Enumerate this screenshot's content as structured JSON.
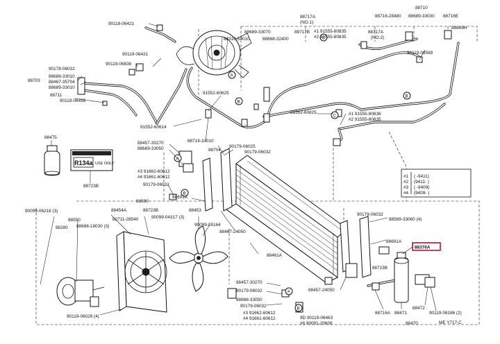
{
  "labels": {
    "l01": "88710",
    "l02": "88716-28480",
    "l03": "88689-33030",
    "l04": "88716E",
    "l05": "88649H",
    "l06": "90119-06421",
    "l07": "88717A",
    "l08": "(NO.1)",
    "l09": "88689-33070",
    "l10": "88717B",
    "l11": "#1 91555-80835",
    "l12": "88717A",
    "l13": "88310-54010",
    "l14": "88688-32400",
    "l15": "#2 91555-80835",
    "l16": "(NO.2)",
    "l17": "90119-06421",
    "l18": "90119-08589",
    "l19": "90119-06838",
    "l20": "90178-06032",
    "l21": "88688-33010",
    "l22": "88703",
    "l23": "88467-35704",
    "l24": "88689-33010",
    "l25": "88711",
    "l26": "90119-06458",
    "l27": "91552-60625",
    "l28": "91552-60825",
    "l29": "#1 91555-80836",
    "l30": "#2 91555-80835",
    "l31": "91552-60614",
    "l32": "88718-33010",
    "l33": "88475",
    "l34": "88457-30270",
    "l35": "88689-33050",
    "l36": "88704",
    "l37": "90179-06025",
    "l38": "90179-06032",
    "l39": "#3 91662-60612",
    "l40": "#4 91661-60612",
    "l41": "90179-06032",
    "l42": "88723B",
    "l43": "88691A",
    "l44": "88590",
    "l45": "90099-06218 (3)",
    "l46": "88454A",
    "l47": "88723B",
    "l48": "88453",
    "l49": "88550",
    "l50": "88280",
    "l51": "88688-18030 (3)",
    "l52": "82711-28540",
    "l53": "90099-04317 (3)",
    "l54": "90099-05164",
    "l55": "88467-24050",
    "l56": "88461A",
    "l57": "90179-06032",
    "l58": "88589-33060 (4)",
    "l59": "88691A",
    "l60": "88376A",
    "l61": "88723B",
    "l62": "88457-30270",
    "l63": "90179-06032",
    "l64": "88457-24050",
    "l65": "88688-33050",
    "l66": "90179-06032",
    "l67": "#3 91662-60612",
    "l68": "#4 91661-60612",
    "l69": "88716A",
    "l70": "88471",
    "l71": "88472",
    "l72": "90119-06186 (2)",
    "l73": "88470",
    "l74": "90119-06029 (4)",
    "l75": "9D 90119-06463",
    "l76": "#8 90091-20609",
    "l77": "ME Y717-C"
  },
  "callouts": [
    "A",
    "B",
    "C",
    "B",
    "C",
    "A",
    "B",
    "A",
    "B"
  ],
  "legend": {
    "rows": [
      {
        "mark": "#1",
        "range": "( -9411)"
      },
      {
        "mark": "#2",
        "range": "(9411-   )"
      },
      {
        "mark": "#3",
        "range": "(   -9409)"
      },
      {
        "mark": "#4",
        "range": "(9409-   )"
      }
    ]
  },
  "tag": {
    "big": "R134a",
    "small": "USE ONLY"
  }
}
